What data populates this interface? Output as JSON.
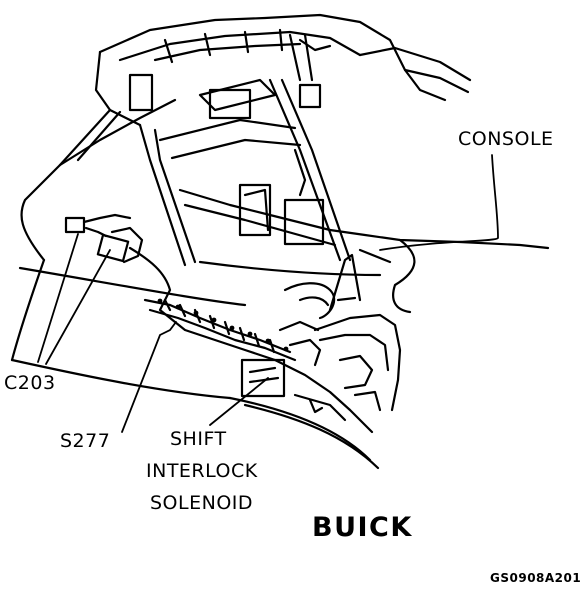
{
  "labels": {
    "console": "CONSOLE",
    "c203": "C203",
    "s277": "S277",
    "shift_line1": "SHIFT",
    "shift_line2": "INTERLOCK",
    "shift_line3": "SOLENOID",
    "brand": "BUICK",
    "figure_code": "GS0908A201"
  },
  "colors": {
    "ink": "#000000",
    "paper": "#ffffff"
  }
}
